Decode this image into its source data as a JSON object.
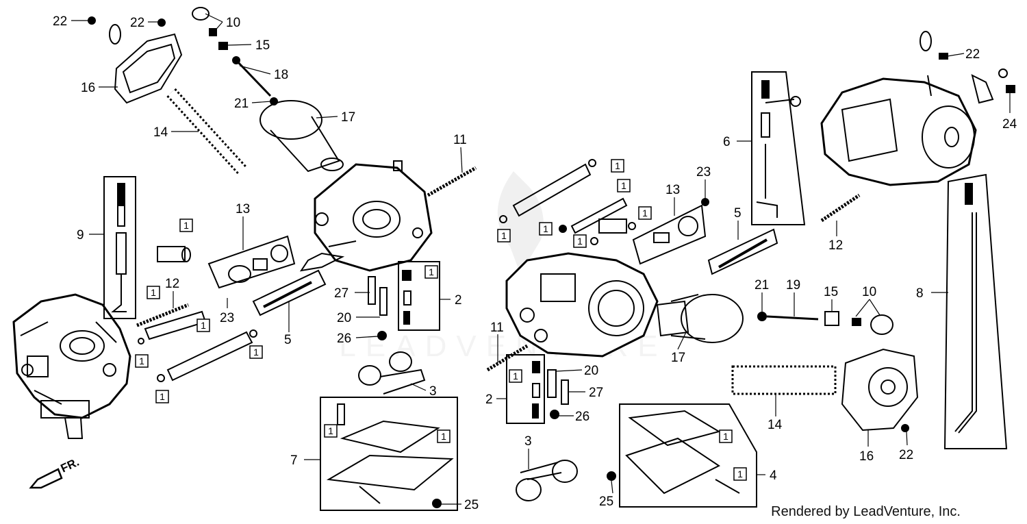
{
  "credit": "Rendered by LeadVenture, Inc.",
  "watermark": "LEADVENTURE",
  "front_label": "FR.",
  "box_mark": "1",
  "callouts": {
    "c22a": "22",
    "c22b": "22",
    "c10a": "10",
    "c15a": "15",
    "c18": "18",
    "c16a": "16",
    "c21a": "21",
    "c17a": "17",
    "c14a": "14",
    "c11a": "11",
    "c9": "9",
    "c12a": "12",
    "c13a": "13",
    "c23a": "23",
    "c5a": "5",
    "c27a": "27",
    "c2a": "2",
    "c20a": "20",
    "c26a": "26",
    "c3a": "3",
    "c7": "7",
    "c25a": "25",
    "c6": "6",
    "c23b": "23",
    "c13b": "13",
    "c5b": "5",
    "c11b": "11",
    "c20b": "20",
    "c2b": "2",
    "c27b": "27",
    "c26b": "26",
    "c3b": "3",
    "c4": "4",
    "c25b": "25",
    "c21b": "21",
    "c19": "19",
    "c15b": "15",
    "c10b": "10",
    "c17b": "17",
    "c14b": "14",
    "c16b": "16",
    "c22c": "22",
    "c22d": "22",
    "c24": "24",
    "c12b": "12",
    "c8": "8"
  },
  "colors": {
    "line": "#000000",
    "watermark": "#e6e6e6"
  }
}
